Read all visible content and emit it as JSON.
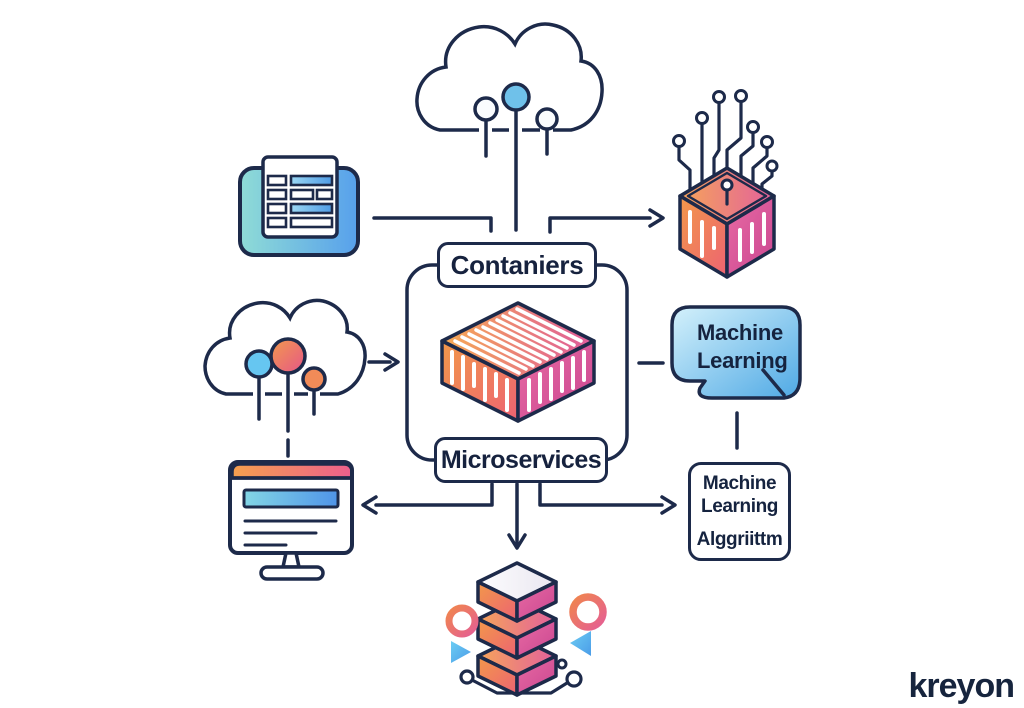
{
  "diagram": {
    "center": {
      "containers_label": "Contaniers",
      "microservices_label": "Microservices"
    },
    "right": {
      "bubble": {
        "line1": "Machine",
        "line2": "Learning"
      },
      "algorithm_box": {
        "line1": "Machine",
        "line2": "Learning",
        "line3": "Alggriittm"
      }
    },
    "logo": "kreyon",
    "icons": {
      "top_cloud": "cloud-network-icon",
      "left_cloud": "cloud-nodes-icon",
      "document": "data-table-icon",
      "ai_box": "circuit-box-icon",
      "cube": "container-cube-icon",
      "monitor": "monitor-browser-icon",
      "stack": "server-stack-icon",
      "bubble": "speech-bubble-icon"
    },
    "palette": {
      "outline_navy": "#1d2a4a",
      "orange": "#f59e4c",
      "pink": "#e0519a",
      "blue": "#4f9ce6",
      "teal": "#8fdcd6",
      "sky_blue": "#55b0e8",
      "light_blue": "#cfeffb",
      "white": "#ffffff"
    }
  }
}
